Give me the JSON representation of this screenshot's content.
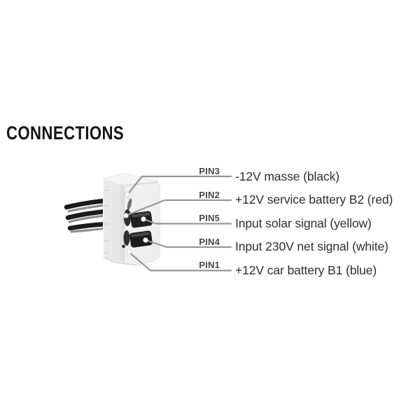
{
  "title": "CONNECTIONS",
  "connector": {
    "pins": [
      {
        "label": "PIN3",
        "description": "-12V masse (black)"
      },
      {
        "label": "PIN2",
        "description": "+12V service battery B2 (red)"
      },
      {
        "label": "PIN5",
        "description": "Input solar signal (yellow)"
      },
      {
        "label": "PIN4",
        "description": "Input 230V net signal (white)"
      },
      {
        "label": "PIN1",
        "description": "+12V car battery B1 (blue)"
      }
    ]
  },
  "colors": {
    "background": "#ffffff",
    "title_text": "#141414",
    "pin_label_text": "#474747",
    "description_text": "#2e2e2e",
    "leader_line": "#969696",
    "connector_plastic": "#e8e8e8",
    "pin_blade": "#1f1f1f",
    "wire": "#1b1b1b"
  }
}
